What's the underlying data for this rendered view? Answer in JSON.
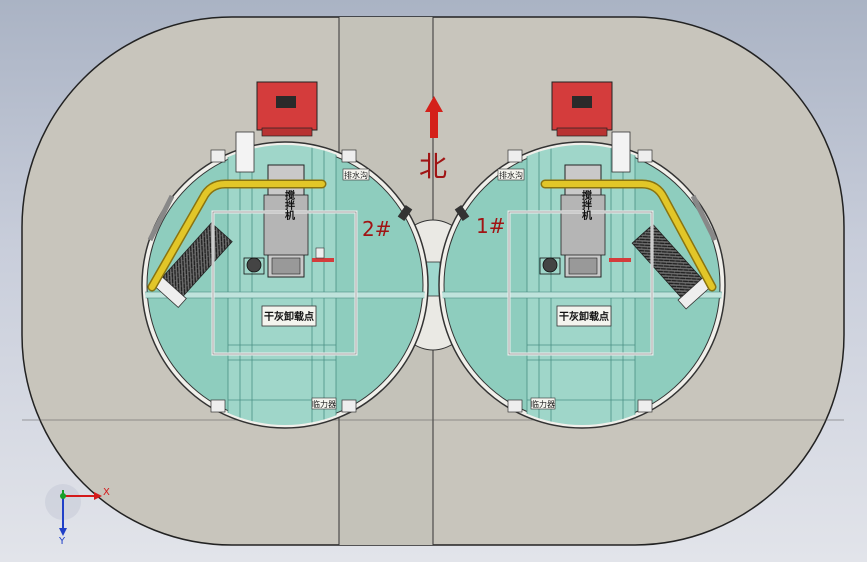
{
  "north_label": "北",
  "shafts": [
    {
      "number_label": "2#",
      "machine_label": "搅拌机",
      "unload_label": "干灰卸载点",
      "tag_top": "排水沟",
      "tag_bottom": "临力器"
    },
    {
      "number_label": "1#",
      "machine_label": "搅拌机",
      "unload_label": "干灰卸载点",
      "tag_top": "排水沟",
      "tag_bottom": "临力器"
    }
  ],
  "axes": {
    "x_label": "X",
    "y_label": "Y"
  },
  "colors": {
    "platform": "#c8c5bc",
    "water": "#8ecdbe",
    "pipe": "#e2c628",
    "north_arrow": "#d4201a",
    "label_red": "#a01414",
    "box_red": "#d43c3c"
  }
}
